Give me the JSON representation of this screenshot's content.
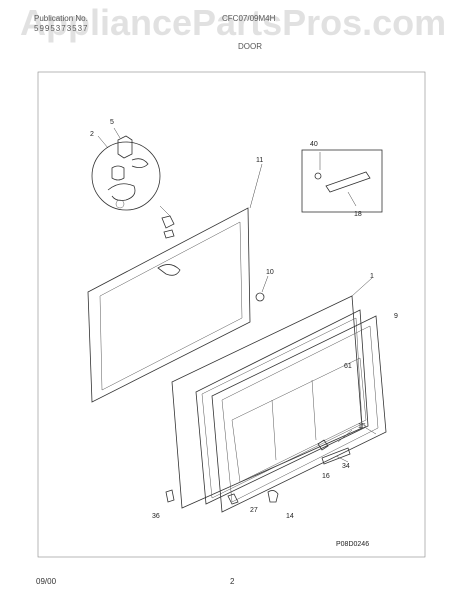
{
  "header": {
    "publication_label": "Publication No.",
    "publication_number": "5995373537",
    "model": "CFC07/09M4H",
    "section_title": "DOOR"
  },
  "watermark": "AppliancePartsPros.com",
  "callouts": [
    "5",
    "2",
    "11",
    "10",
    "1",
    "9",
    "61",
    "15",
    "34",
    "16",
    "36",
    "27",
    "14",
    "40",
    "18"
  ],
  "diagram_code": "P08D0246",
  "footer": {
    "date": "09/00",
    "page": "2"
  }
}
